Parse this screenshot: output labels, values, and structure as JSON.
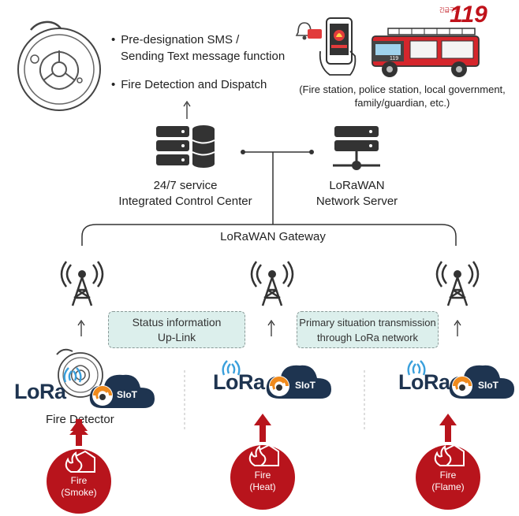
{
  "features": {
    "sms_line1": "Pre-designation SMS /",
    "sms_line2": "Sending Text message function",
    "dispatch": "Fire Detection and Dispatch"
  },
  "recipients": {
    "line1": "(Fire station, police station, local government,",
    "line2": "family/guardian, etc.)"
  },
  "truck_logo": "119",
  "truck_logo_caption": "긴급구조",
  "control_center": {
    "line1": "24/7 service",
    "line2": "Integrated Control Center"
  },
  "network_server": {
    "line1": "LoRaWAN",
    "line2": "Network Server"
  },
  "gateway_label": "LoRaWAN Gateway",
  "uplink_box": {
    "line1": "Status information",
    "line2": "Up-Link"
  },
  "transmission_box": {
    "line1": "Primary situation transmission",
    "line2": "through LoRa network"
  },
  "lora_brand": "LoRa",
  "sliot_brand": "SIoT",
  "fire_detector_label": "Fire Detector",
  "fires": [
    {
      "line1": "Fire",
      "line2": "(Smoke)"
    },
    {
      "line1": "Fire",
      "line2": "(Heat)"
    },
    {
      "line1": "Fire",
      "line2": "(Flame)"
    }
  ],
  "colors": {
    "fire_red": "#b8141c",
    "navy": "#1e3450",
    "orange": "#f08a1c",
    "wave_blue": "#3aa0dc",
    "box_fill": "#dcefec"
  }
}
